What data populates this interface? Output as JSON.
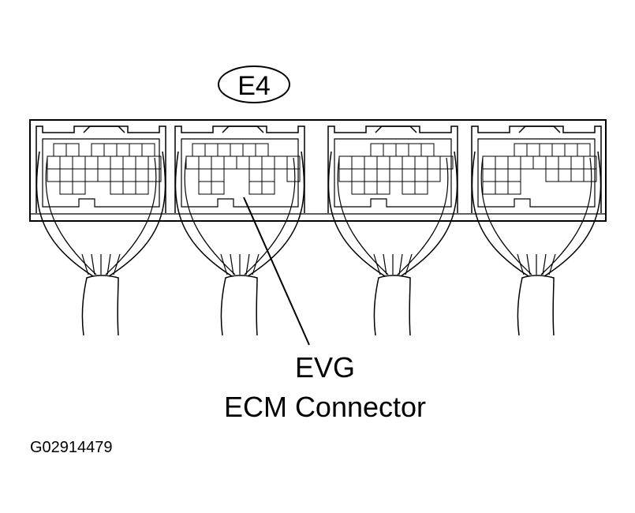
{
  "diagram": {
    "connector_code": "E4",
    "terminal_label": "EVG",
    "component_label": "ECM Connector",
    "figure_id": "G02914479",
    "blocks": [
      {
        "top_row_blank": [
          2
        ],
        "removed": [
          [
            2,
            7
          ],
          [
            3,
            0
          ],
          [
            3,
            3
          ],
          [
            3,
            4
          ],
          [
            3,
            8
          ]
        ]
      },
      {
        "top_row_blank": [
          6,
          7
        ],
        "removed": [
          [
            2,
            0
          ],
          [
            2,
            3
          ],
          [
            2,
            4
          ],
          [
            2,
            7
          ],
          [
            3,
            0
          ],
          [
            3,
            3
          ],
          [
            3,
            4
          ],
          [
            3,
            7
          ],
          [
            3,
            8
          ]
        ]
      },
      {
        "top_row_blank": [
          0,
          1,
          7
        ],
        "removed": [
          [
            2,
            8
          ],
          [
            3,
            0
          ],
          [
            3,
            4
          ],
          [
            3,
            7
          ],
          [
            3,
            8
          ]
        ]
      },
      {
        "top_row_blank": [
          0,
          1
        ],
        "removed": [
          [
            2,
            3
          ],
          [
            2,
            4
          ],
          [
            3,
            3
          ],
          [
            3,
            4
          ],
          [
            3,
            5
          ],
          [
            3,
            6
          ],
          [
            3,
            7
          ],
          [
            3,
            8
          ]
        ]
      }
    ]
  }
}
